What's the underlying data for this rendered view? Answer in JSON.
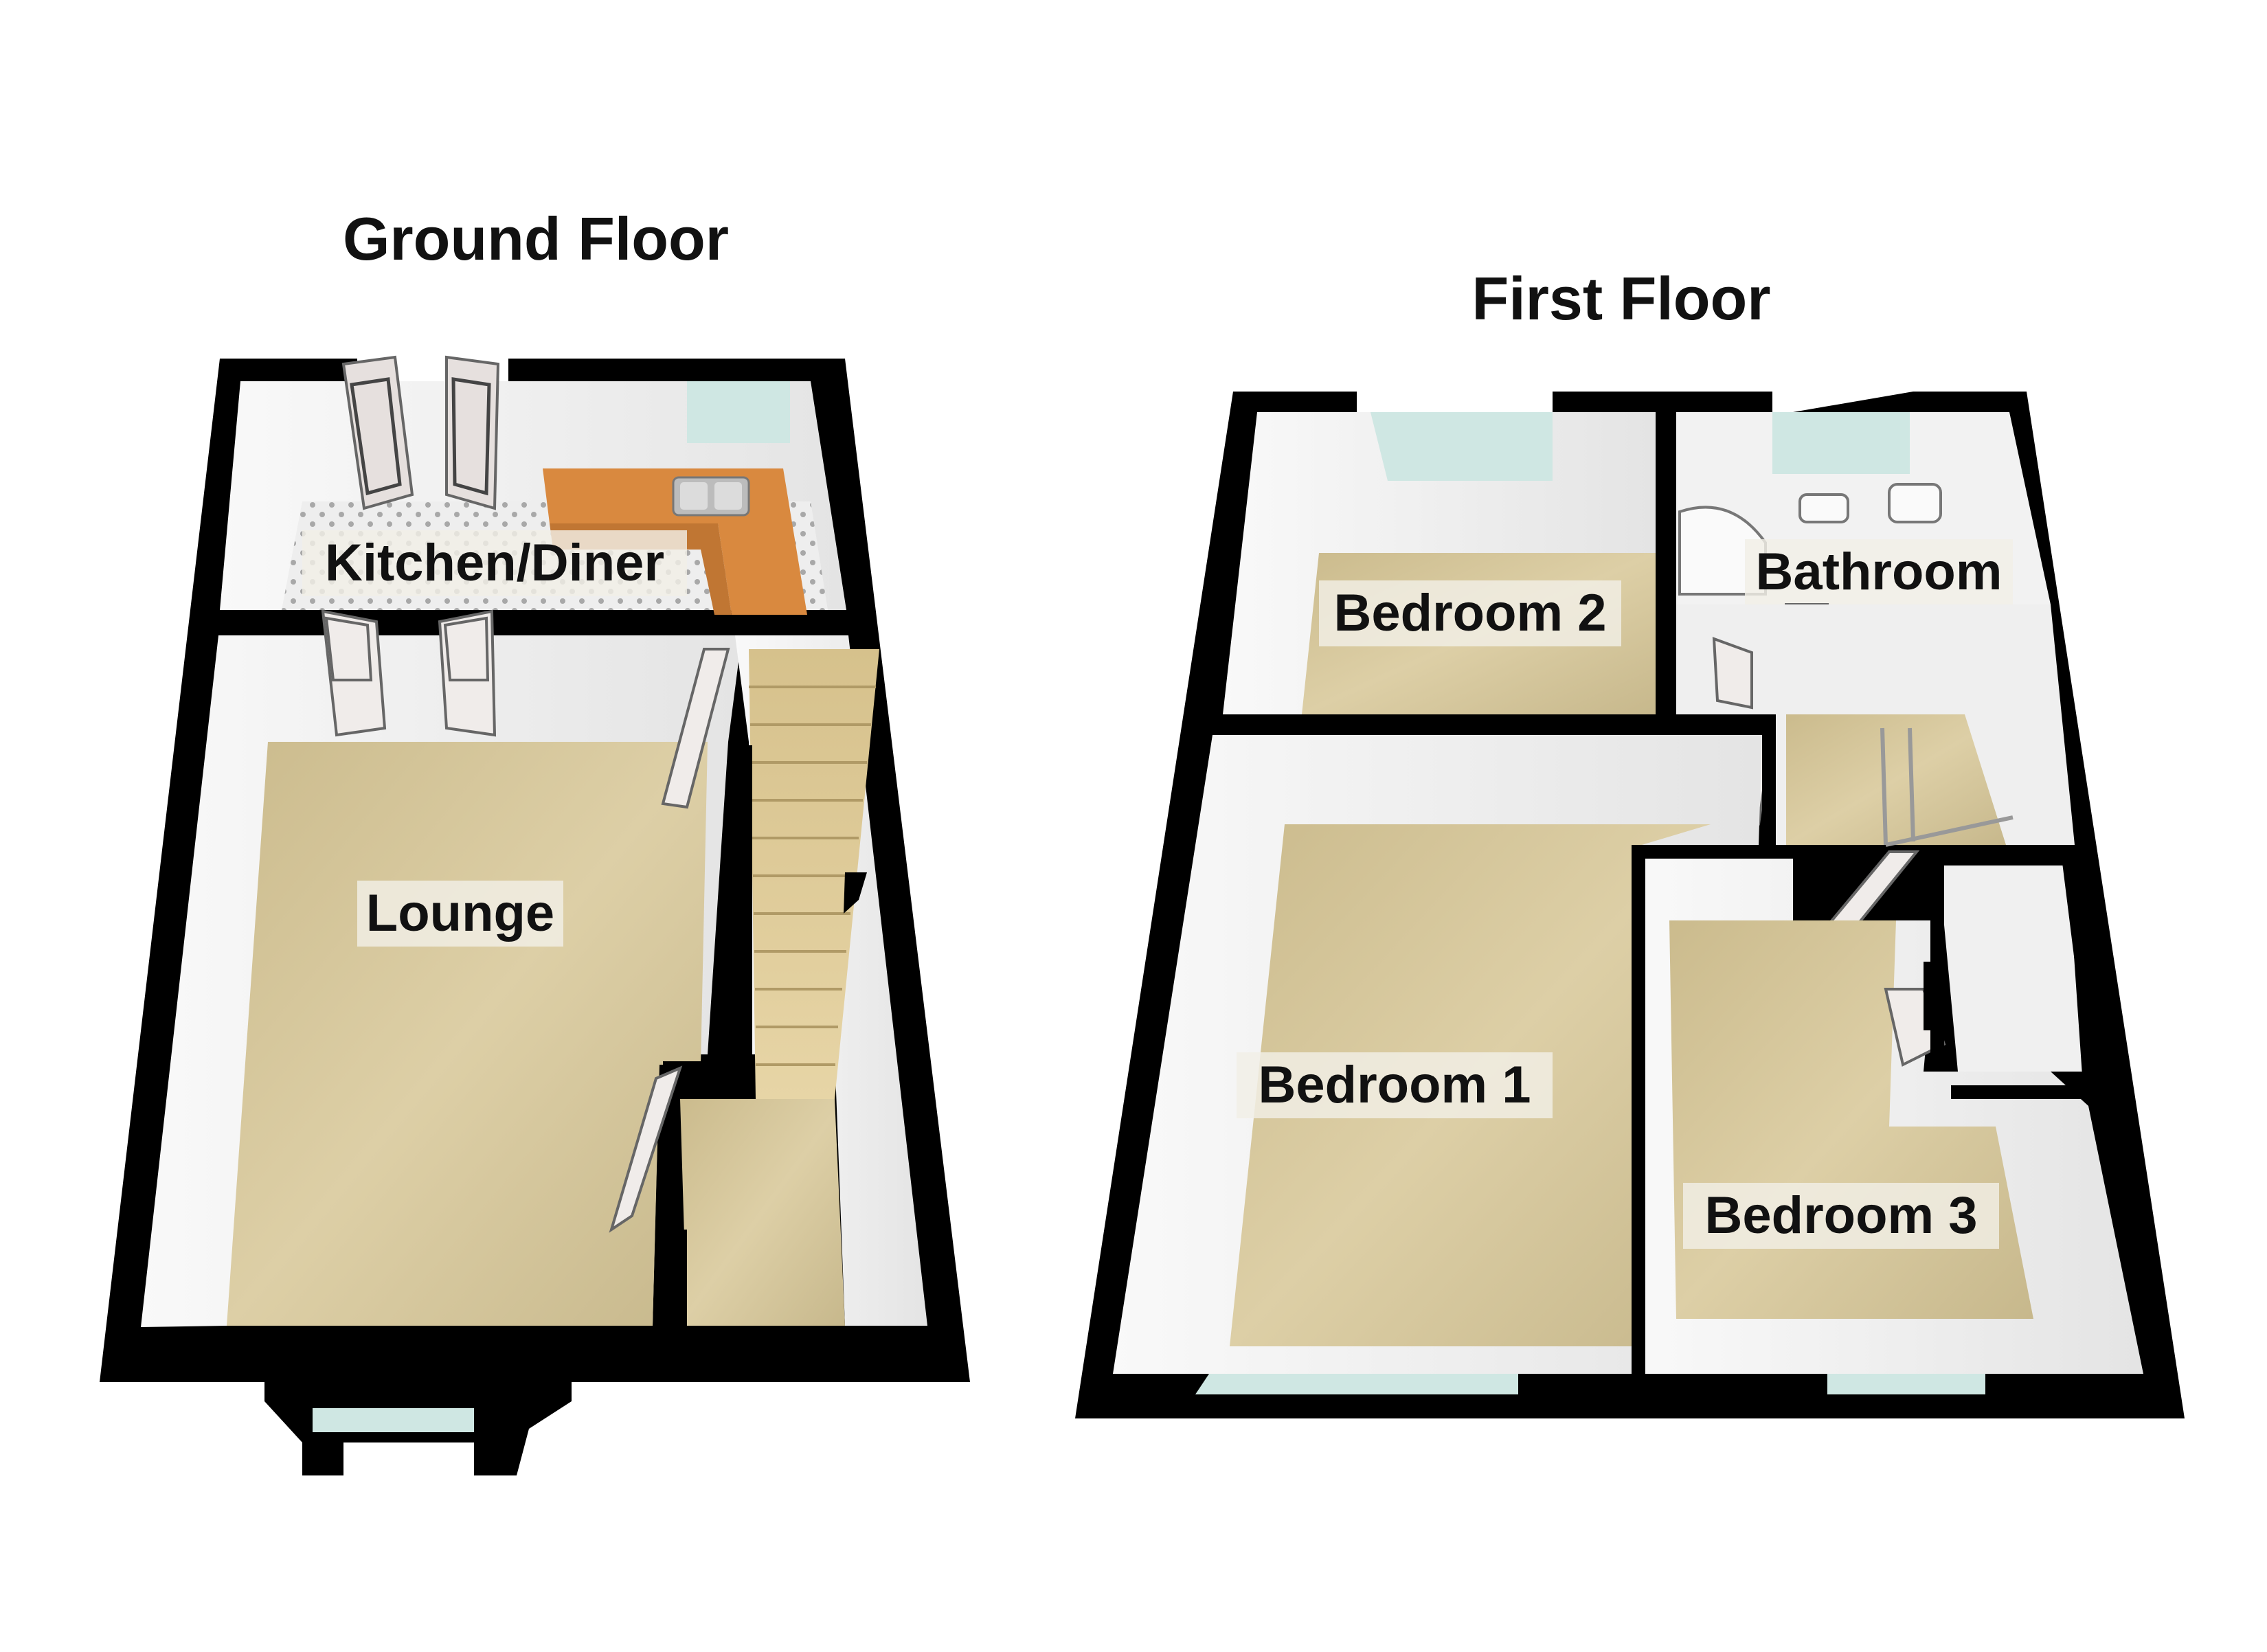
{
  "floors": [
    {
      "title": "Ground Floor",
      "rooms": [
        {
          "label": "Kitchen/Diner"
        },
        {
          "label": "Lounge"
        }
      ]
    },
    {
      "title": "First Floor",
      "rooms": [
        {
          "label": "Bedroom 2"
        },
        {
          "label": "Bathroom"
        },
        {
          "label": "Bedroom 1"
        },
        {
          "label": "Bedroom 3"
        }
      ]
    }
  ],
  "colors": {
    "wall": "#000000",
    "wall_inner": "#f4f4f4",
    "carpet": "#d2c398",
    "kitchen_floor": "#e8e8e8",
    "worktop": "#d9893f",
    "window_glass": "#cfe7e3",
    "door": "#f0ecea",
    "stairs": "#e2c98e"
  }
}
